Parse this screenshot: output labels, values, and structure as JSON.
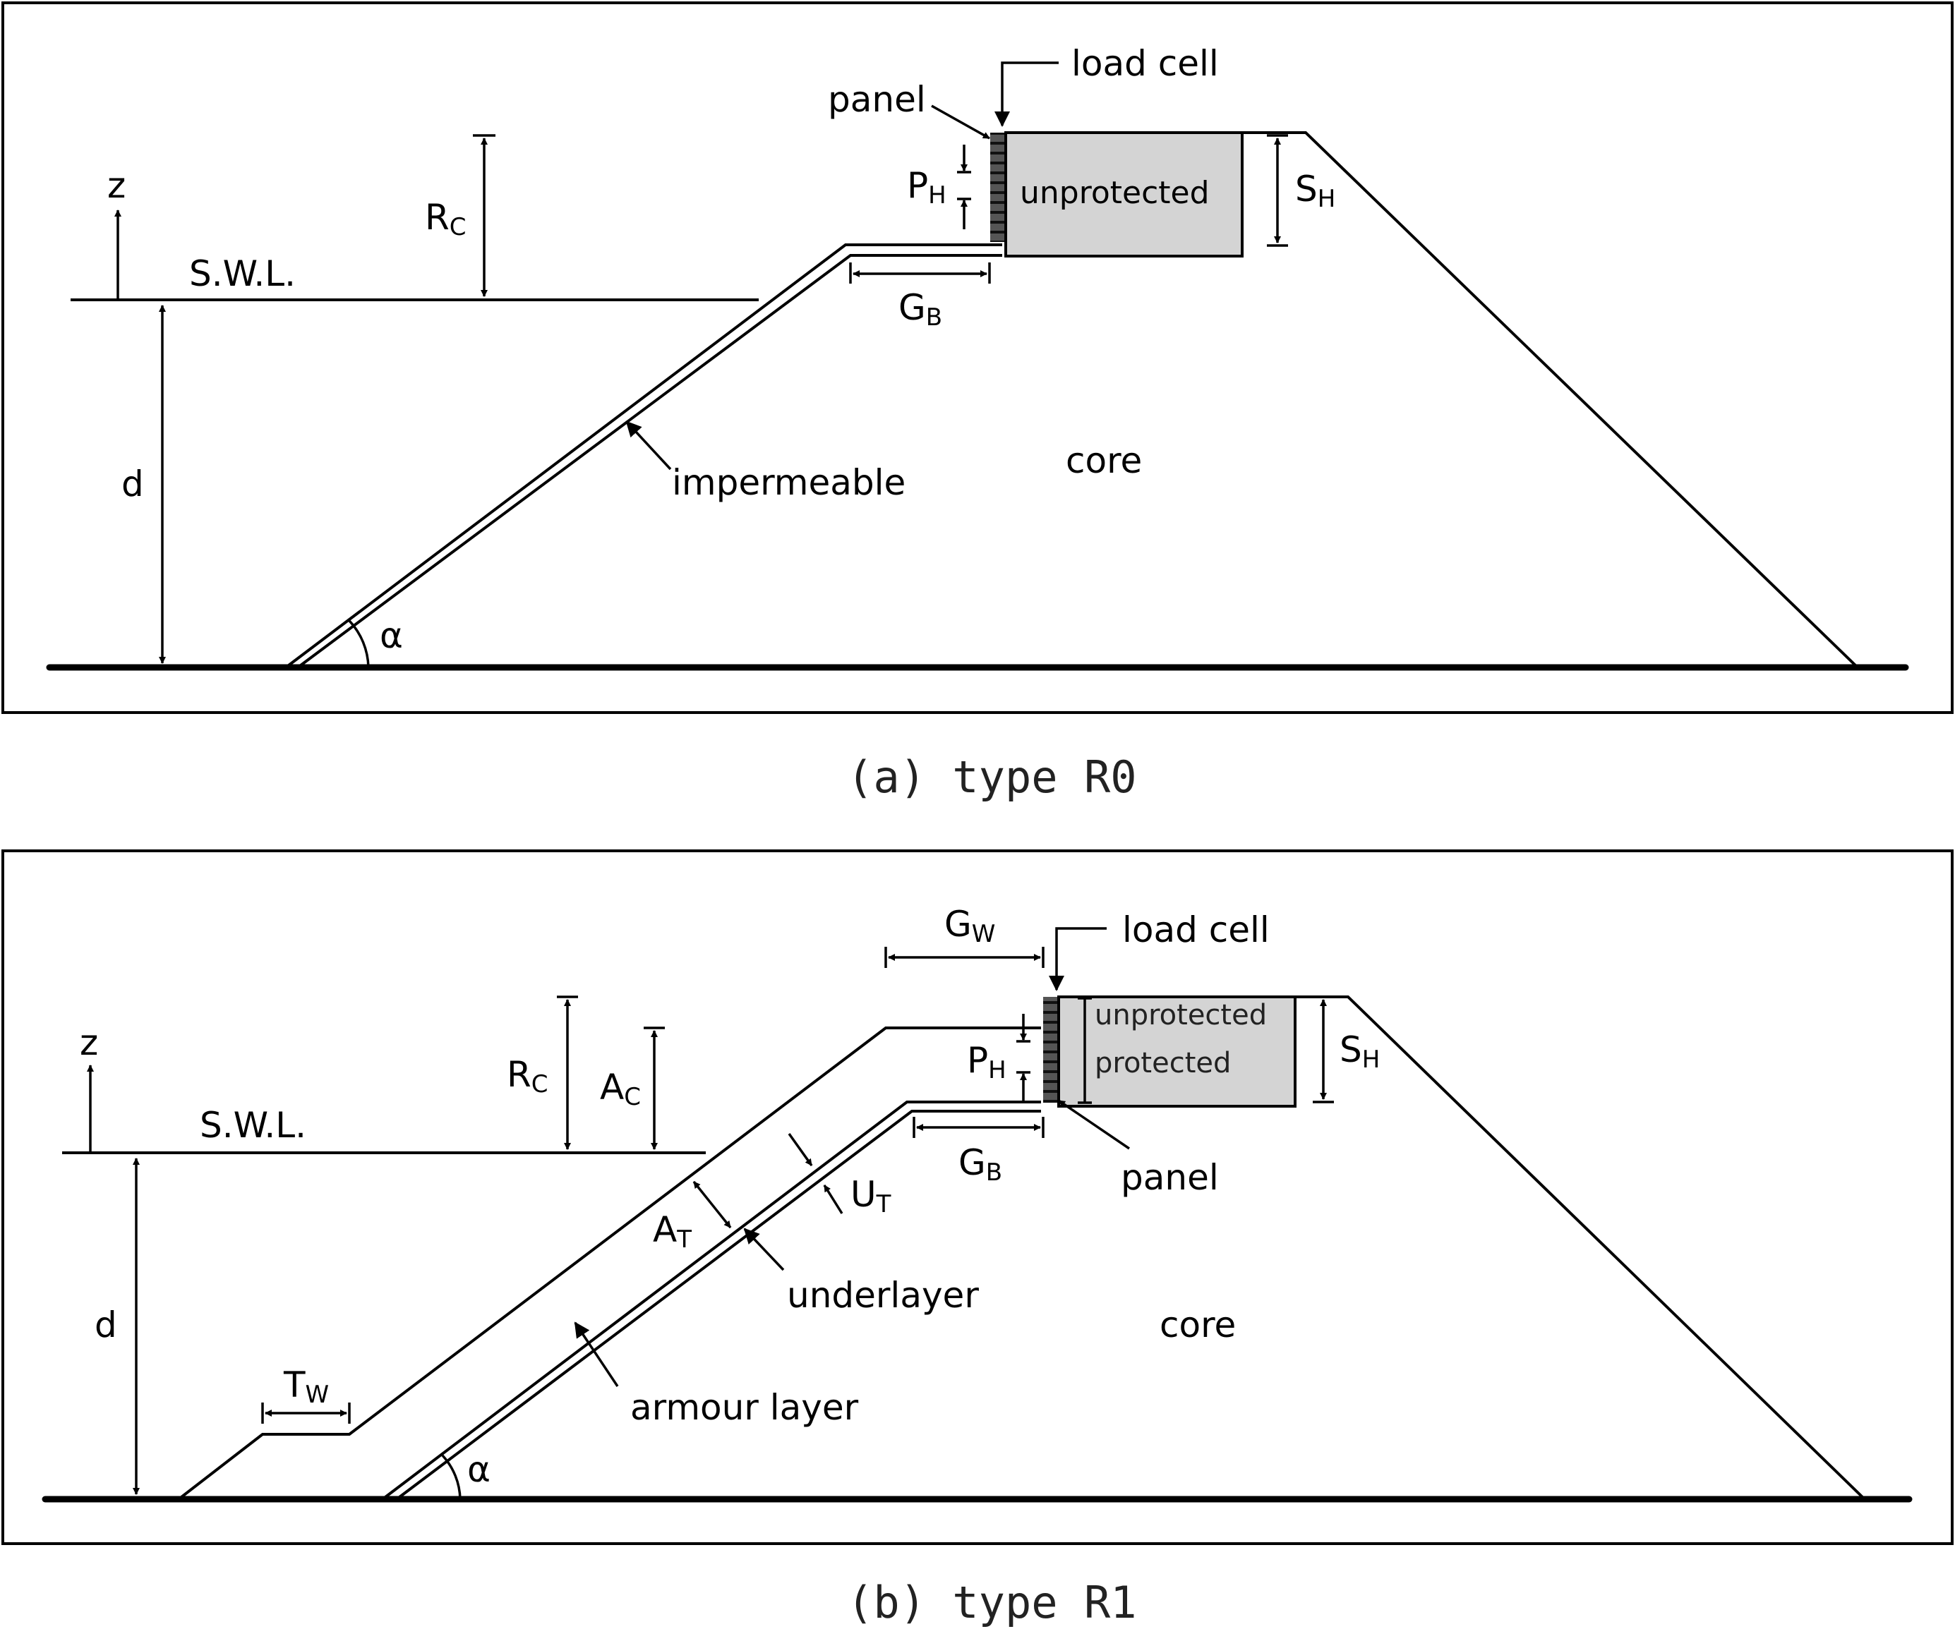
{
  "panel_a": {
    "caption": "(a) type R0",
    "labels": {
      "load_cell": "load cell",
      "panel": "panel",
      "unprotected": "unprotected",
      "z": "z",
      "swl": "S.W.L.",
      "d": "d",
      "impermeable": "impermeable",
      "core": "core",
      "alpha": "α"
    },
    "dims": {
      "rc": {
        "main": "R",
        "sub": "C"
      },
      "ph": {
        "main": "P",
        "sub": "H"
      },
      "sh": {
        "main": "S",
        "sub": "H"
      },
      "gb": {
        "main": "G",
        "sub": "B"
      }
    }
  },
  "panel_b": {
    "caption": "(b) type R1",
    "labels": {
      "load_cell": "load cell",
      "panel": "panel",
      "unprotected": "unprotected",
      "protected": "protected",
      "z": "z",
      "swl": "S.W.L.",
      "d": "d",
      "underlayer": "underlayer",
      "armour_layer": "armour layer",
      "core": "core",
      "alpha": "α"
    },
    "dims": {
      "rc": {
        "main": "R",
        "sub": "C"
      },
      "ac": {
        "main": "A",
        "sub": "C"
      },
      "ph": {
        "main": "P",
        "sub": "H"
      },
      "sh": {
        "main": "S",
        "sub": "H"
      },
      "gb": {
        "main": "G",
        "sub": "B"
      },
      "gw": {
        "main": "G",
        "sub": "W"
      },
      "at": {
        "main": "A",
        "sub": "T"
      },
      "ut": {
        "main": "U",
        "sub": "T"
      },
      "tw": {
        "main": "T",
        "sub": "W"
      }
    }
  },
  "colors": {
    "crown_wall_fill": "#d4d4d4",
    "line": "#000000"
  }
}
